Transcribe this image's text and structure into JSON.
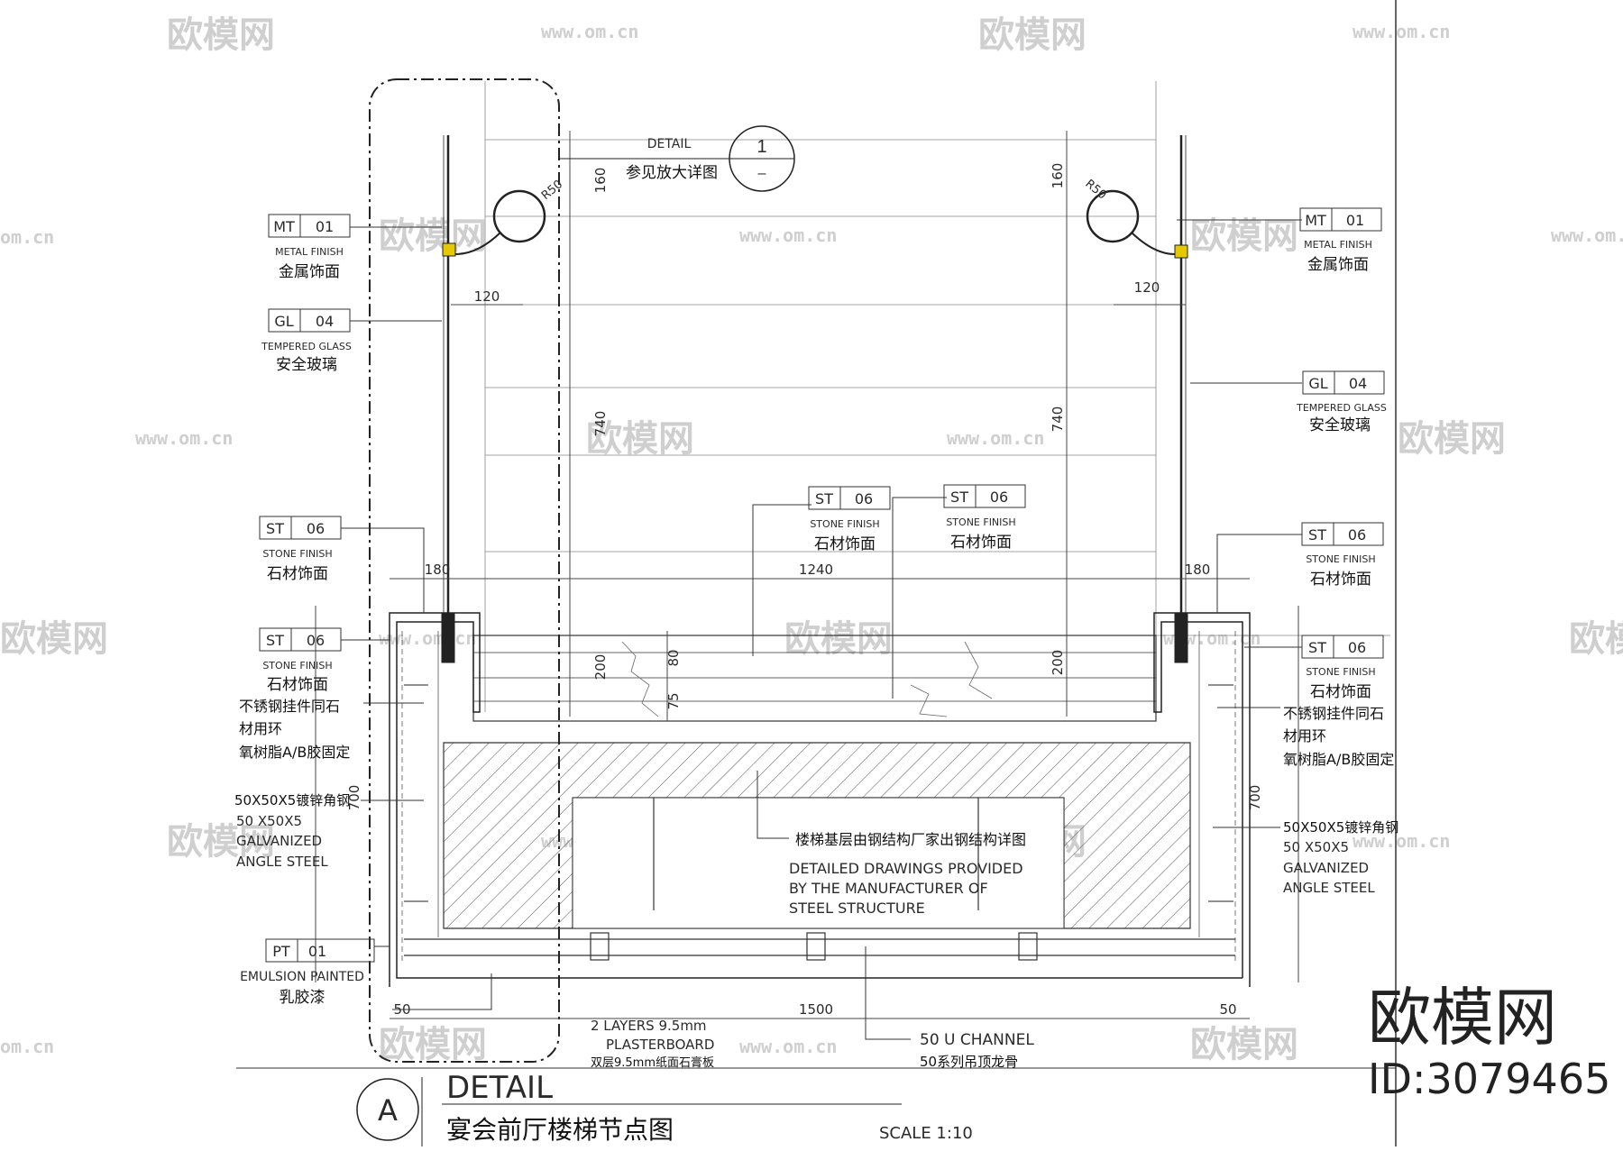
{
  "watermark": {
    "brand": "欧模网",
    "url": "www.om.cn",
    "url_short": "om.cn",
    "id": "ID:3079465"
  },
  "title": {
    "marker": "A",
    "title_en": "DETAIL",
    "title_cn": "宴会前厅楼梯节点图",
    "scale": "SCALE 1:10"
  },
  "callout": {
    "number": "1",
    "detail_en": "DETAIL",
    "detail_cn": "参见放大详图"
  },
  "tags": {
    "mt01_left": {
      "code": "MT",
      "num": "01",
      "en": "METAL FINISH",
      "cn": "金属饰面"
    },
    "gl04_left": {
      "code": "GL",
      "num": "04",
      "en": "TEMPERED GLASS",
      "cn": "安全玻璃"
    },
    "st06_left_a": {
      "code": "ST",
      "num": "06",
      "en": "STONE FINISH",
      "cn": "石材饰面"
    },
    "st06_left_b": {
      "code": "ST",
      "num": "06",
      "en": "STONE FINISH",
      "cn": "石材饰面"
    },
    "pt01_left": {
      "code": "PT",
      "num": "01",
      "en": "EMULSION PAINTED",
      "cn": "乳胶漆"
    },
    "st06_mid_a": {
      "code": "ST",
      "num": "06",
      "en": "STONE FINISH",
      "cn": "石材饰面"
    },
    "st06_mid_b": {
      "code": "ST",
      "num": "06",
      "en": "STONE FINISH",
      "cn": "石材饰面"
    },
    "mt01_right": {
      "code": "MT",
      "num": "01",
      "en": "METAL FINISH",
      "cn": "金属饰面"
    },
    "gl04_right": {
      "code": "GL",
      "num": "04",
      "en": "TEMPERED GLASS",
      "cn": "安全玻璃"
    },
    "st06_right_a": {
      "code": "ST",
      "num": "06",
      "en": "STONE FINISH",
      "cn": "石材饰面"
    },
    "st06_right_b": {
      "code": "ST",
      "num": "06",
      "en": "STONE FINISH",
      "cn": "石材饰面"
    }
  },
  "notes": {
    "hanger_l1": "不锈钢挂件同石",
    "hanger_l2": "材用环",
    "hanger_l3": "氧树脂A/B胶固定",
    "angle_cn": "50X50X5镀锌角钢",
    "angle_en1": "50 X50X5",
    "angle_en2": "GALVANIZED",
    "angle_en3": "ANGLE STEEL",
    "steel_cn": "楼梯基层由钢结构厂家出钢结构详图",
    "steel_en1": "DETAILED DRAWINGS PROVIDED",
    "steel_en2": "BY THE MANUFACTURER OF",
    "steel_en3": "STEEL STRUCTURE",
    "board_en1": "2 LAYERS 9.5mm",
    "board_en2": "PLASTERBOARD",
    "board_cn": "双层9.5mm纸面石膏板",
    "channel_en": "50 U CHANNEL",
    "channel_cn": "50系列吊顶龙骨"
  },
  "dims": {
    "d160": "160",
    "d740": "740",
    "d120": "120",
    "r50": "R50",
    "d180": "180",
    "d1240": "1240",
    "d200": "200",
    "d80": "80",
    "d75": "75",
    "d700": "700",
    "d50": "50",
    "d1500": "1500"
  }
}
